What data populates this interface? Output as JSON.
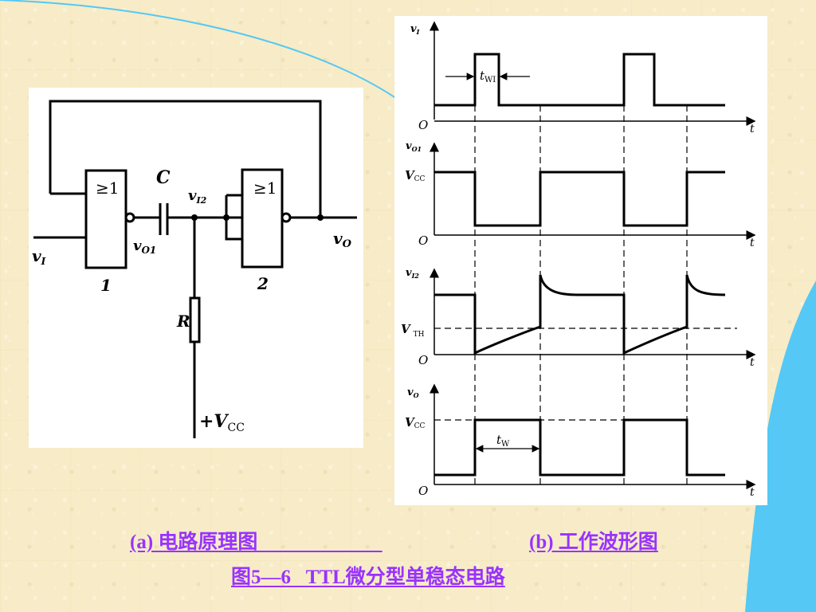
{
  "slide": {
    "caption_a": "(a) 电路原理图                         ",
    "caption_b": "(b) 工作波形图",
    "figure_title": "图5—6   TTL微分型单稳态电路"
  },
  "circuit": {
    "gate1_symbol": "≥1",
    "gate2_symbol": "≥1",
    "gate1_number": "1",
    "gate2_number": "2",
    "capacitor_label": "C",
    "resistor_label": "R",
    "input_v": "v",
    "input_sub": "I",
    "vo1_v": "v",
    "vo1_sub": "O1",
    "vi2_v": "v",
    "vi2_sub": "I2",
    "output_v": "v",
    "output_sub": "O",
    "vcc_v": "+V",
    "vcc_sub": "CC"
  },
  "waveforms": {
    "origin": "O",
    "t_axis": "t",
    "vi_label": "v",
    "vi_sub": "I",
    "vo1_label": "v",
    "vo1_sub": "O1",
    "vi2_label": "v",
    "vi2_sub": "I2",
    "vo_label": "v",
    "vo_sub": "O",
    "vcc_v": "V",
    "vcc_sub": "CC",
    "vth_v": "V",
    "vth_sub": "TH",
    "twi_t": "t",
    "twi_sub": "WI",
    "tw_t": "t",
    "tw_sub": "W"
  },
  "colors": {
    "background": "#f7ecc7",
    "caption": "#9933ff",
    "accent_blue": "#55c8f5"
  }
}
